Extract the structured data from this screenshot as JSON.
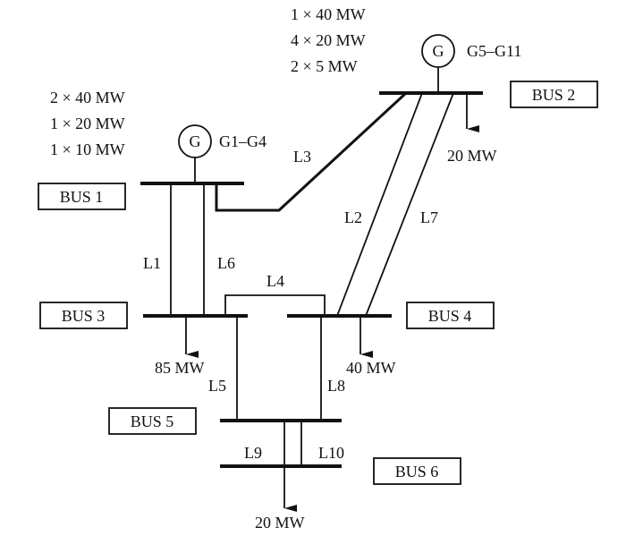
{
  "diagram": {
    "type": "power-system-one-line",
    "buses": [
      {
        "id": "bus1",
        "label": "BUS 1"
      },
      {
        "id": "bus2",
        "label": "BUS 2"
      },
      {
        "id": "bus3",
        "label": "BUS 3"
      },
      {
        "id": "bus4",
        "label": "BUS 4"
      },
      {
        "id": "bus5",
        "label": "BUS 5"
      },
      {
        "id": "bus6",
        "label": "BUS 6"
      }
    ],
    "generators": [
      {
        "bus": "bus1",
        "symbol": "G",
        "label": "G1–G4",
        "units": [
          "2 × 40 MW",
          "1 × 20 MW",
          "1 × 10 MW"
        ]
      },
      {
        "bus": "bus2",
        "symbol": "G",
        "label": "G5–G11",
        "units": [
          "1 × 40 MW",
          "4 × 20 MW",
          "2 × 5 MW"
        ]
      }
    ],
    "loads": [
      {
        "bus": "bus2",
        "label": "20 MW"
      },
      {
        "bus": "bus3",
        "label": "85 MW"
      },
      {
        "bus": "bus4",
        "label": "40 MW"
      },
      {
        "bus": "bus6",
        "label": "20 MW"
      }
    ],
    "lines": [
      {
        "id": "L1",
        "label": "L1",
        "from": "bus1",
        "to": "bus3"
      },
      {
        "id": "L2",
        "label": "L2",
        "from": "bus2",
        "to": "bus4"
      },
      {
        "id": "L3",
        "label": "L3",
        "from": "bus1",
        "to": "bus2"
      },
      {
        "id": "L4",
        "label": "L4",
        "from": "bus3",
        "to": "bus4"
      },
      {
        "id": "L5",
        "label": "L5",
        "from": "bus3",
        "to": "bus5"
      },
      {
        "id": "L6",
        "label": "L6",
        "from": "bus1",
        "to": "bus3"
      },
      {
        "id": "L7",
        "label": "L7",
        "from": "bus2",
        "to": "bus4"
      },
      {
        "id": "L8",
        "label": "L8",
        "from": "bus4",
        "to": "bus5"
      },
      {
        "id": "L9",
        "label": "L9",
        "from": "bus5",
        "to": "bus6"
      },
      {
        "id": "L10",
        "label": "L10",
        "from": "bus5",
        "to": "bus6"
      }
    ]
  }
}
